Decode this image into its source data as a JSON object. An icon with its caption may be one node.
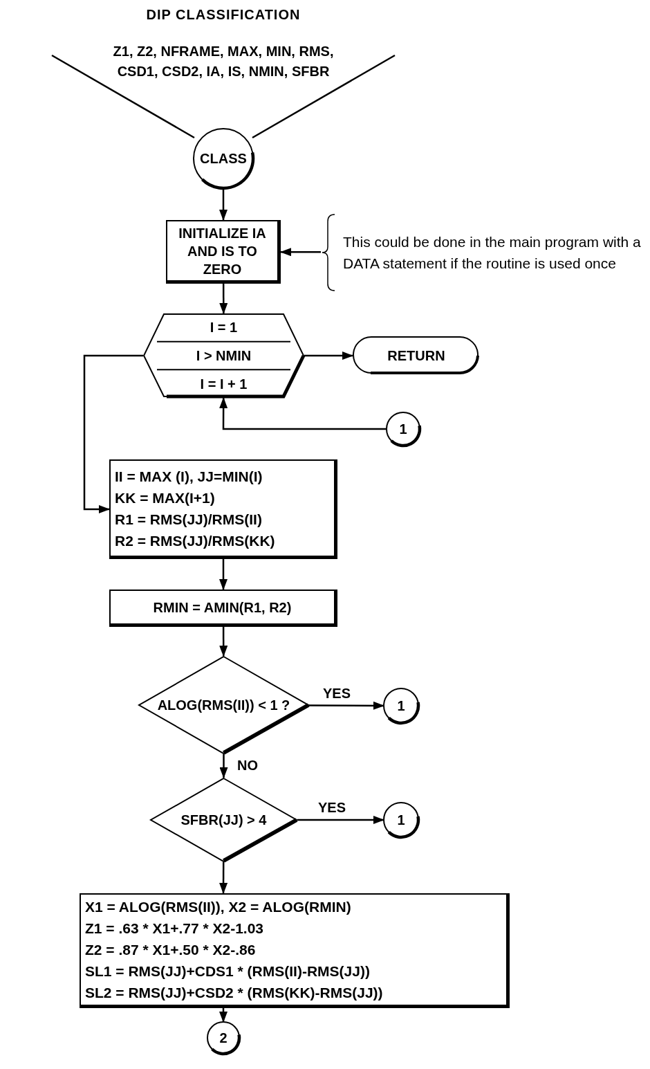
{
  "diagram": {
    "title": "DIP CLASSIFICATION",
    "nodes": [
      {
        "text": [
          "CLASS"
        ],
        "beside": [
          "Z1, Z2, NFRAME, MAX, MIN, RMS, CSD1, CSD2, IA, IS, NMIN, SFBR"
        ]
      },
      {
        "text": [
          "INITIALIZE IA AND IS TO ZERO"
        ]
      },
      {
        "text": [
          "This could be done in the main program with a DATA statement if the routine is used once"
        ]
      },
      {
        "text": [
          "I = 1",
          "I > NMIN",
          "I = I + 1"
        ]
      },
      {
        "text": [
          "RETURN"
        ]
      },
      {
        "text": [
          "1"
        ]
      },
      {
        "text": [
          "II = MAX (I), JJ=MIN(I)",
          "KK = MAX(I+1)",
          "R1 = RMS(JJ)/RMS(II)",
          "R2 = RMS(JJ)/RMS(KK)"
        ]
      },
      {
        "text": [
          "RMIN = AMIN(R1, R2)"
        ]
      },
      {
        "text": [
          "ALOG(RMS(II)) < 1 ?"
        ]
      },
      {
        "text": [
          "1"
        ]
      },
      {
        "text": [
          "SFBR(JJ) > 4"
        ]
      },
      {
        "text": [
          "1"
        ]
      },
      {
        "text": [
          "X1 = ALOG(RMS(II)), X2 = ALOG(RMIN)",
          "Z1 = .63 * X1+.77 * X2-1.03",
          "Z2 = .87 * X1+.50 * X2-.86",
          "SL1 = RMS(JJ)+CDS1 * (RMS(II)-RMS(JJ))",
          "SL2 = RMS(JJ)+CSD2 * (RMS(KK)-RMS(JJ))"
        ]
      },
      {
        "text": [
          "2"
        ]
      }
    ],
    "edges": [
      {
        "from": 0,
        "to": 1,
        "arrow": "to"
      },
      {
        "from": 2,
        "to": 1,
        "arrow": "to"
      },
      {
        "from": 1,
        "to": 3,
        "arrow": "to"
      },
      {
        "from": 3,
        "to": 4,
        "arrow": "to"
      },
      {
        "from": 5,
        "to": 3,
        "arrow": "to"
      },
      {
        "from": 3,
        "to": 6,
        "arrow": "to"
      },
      {
        "from": 6,
        "to": 7,
        "arrow": "to"
      },
      {
        "from": 7,
        "to": 8,
        "arrow": "to"
      },
      {
        "from": 8,
        "to": 9,
        "label": "YES",
        "arrow": "to"
      },
      {
        "from": 8,
        "to": 10,
        "label": "NO",
        "arrow": "to"
      },
      {
        "from": 10,
        "to": 11,
        "label": "YES",
        "arrow": "to"
      },
      {
        "from": 10,
        "to": 12,
        "arrow": "to"
      },
      {
        "from": 12,
        "to": 13,
        "arrow": "to"
      }
    ]
  }
}
